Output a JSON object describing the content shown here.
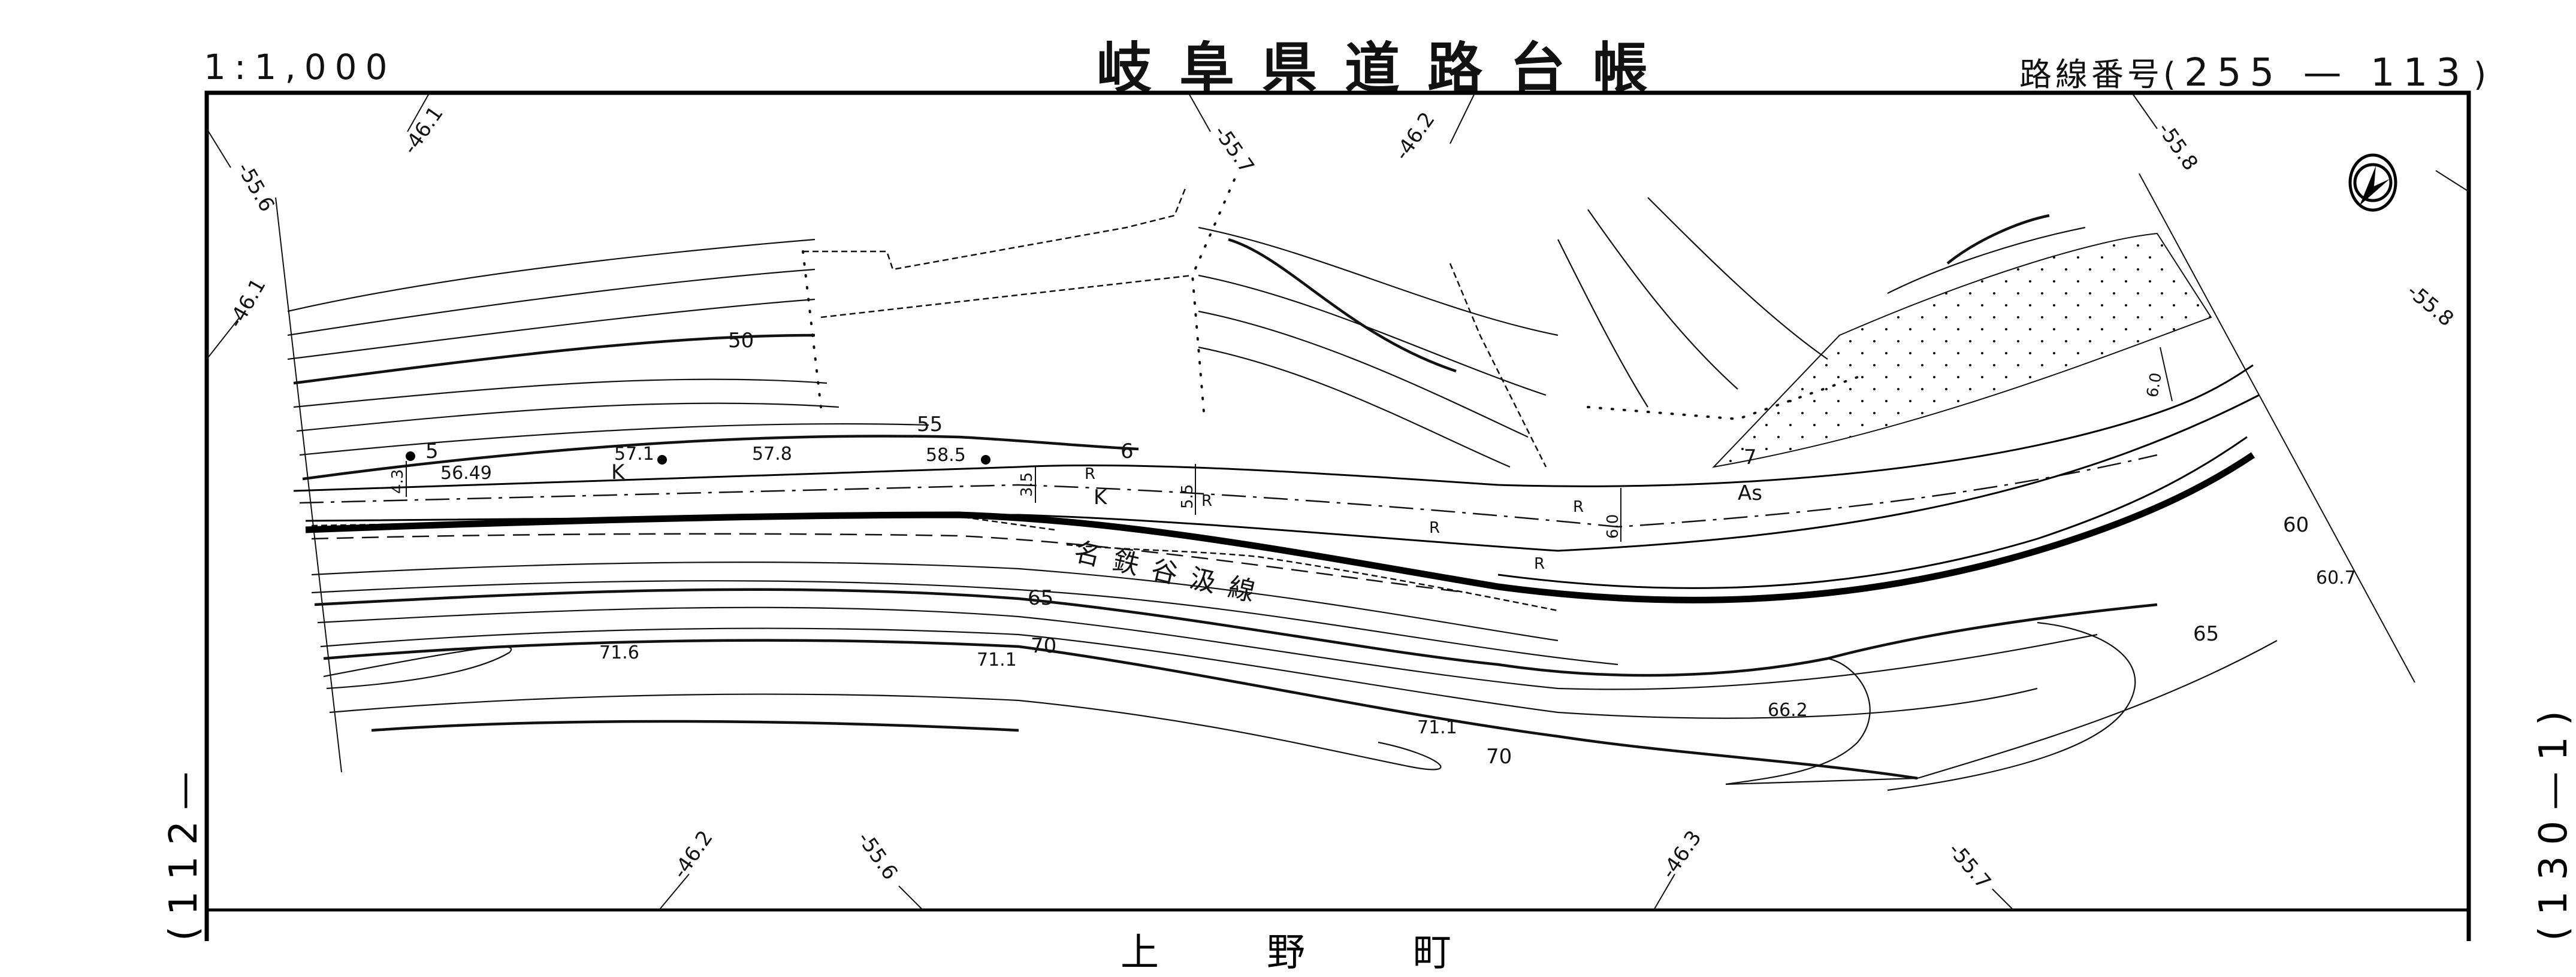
{
  "header": {
    "scale": "1:1,000",
    "title": "岐阜県道路台帳",
    "route_label": "路線番号(",
    "route_number": "255 — 113",
    "route_close": ")"
  },
  "sheet_refs": {
    "left": "(112—",
    "right": "(130—1)"
  },
  "place_name": "上野町",
  "north_arrow": {
    "icon": "north-arrow-icon"
  },
  "grid_labels": {
    "top": [
      "-46.1",
      "-55.7",
      "-46.2",
      "-55.8"
    ],
    "left": [
      "-55.6",
      "-46.1"
    ],
    "right": [
      "-55.8"
    ],
    "bottom": [
      "-46.2",
      "-55.6",
      "-46.3",
      "-55.7"
    ]
  },
  "stations": [
    "5",
    "6",
    "7"
  ],
  "spot_heights": {
    "road": [
      "56.49",
      "57.1",
      "57.8",
      "58.5"
    ],
    "south": [
      "71.6",
      "71.1",
      "71.1",
      "66.2",
      "60.7"
    ]
  },
  "contour_labels": [
    "50",
    "55",
    "65",
    "70",
    "65",
    "70",
    "60"
  ],
  "road_widths": [
    "4.3",
    "3.5",
    "5.5",
    "6.0",
    "6.0"
  ],
  "surface_codes": {
    "gravel": "K",
    "asphalt": "As",
    "retaining": "R"
  },
  "railway_name": "名鉄谷汲線"
}
